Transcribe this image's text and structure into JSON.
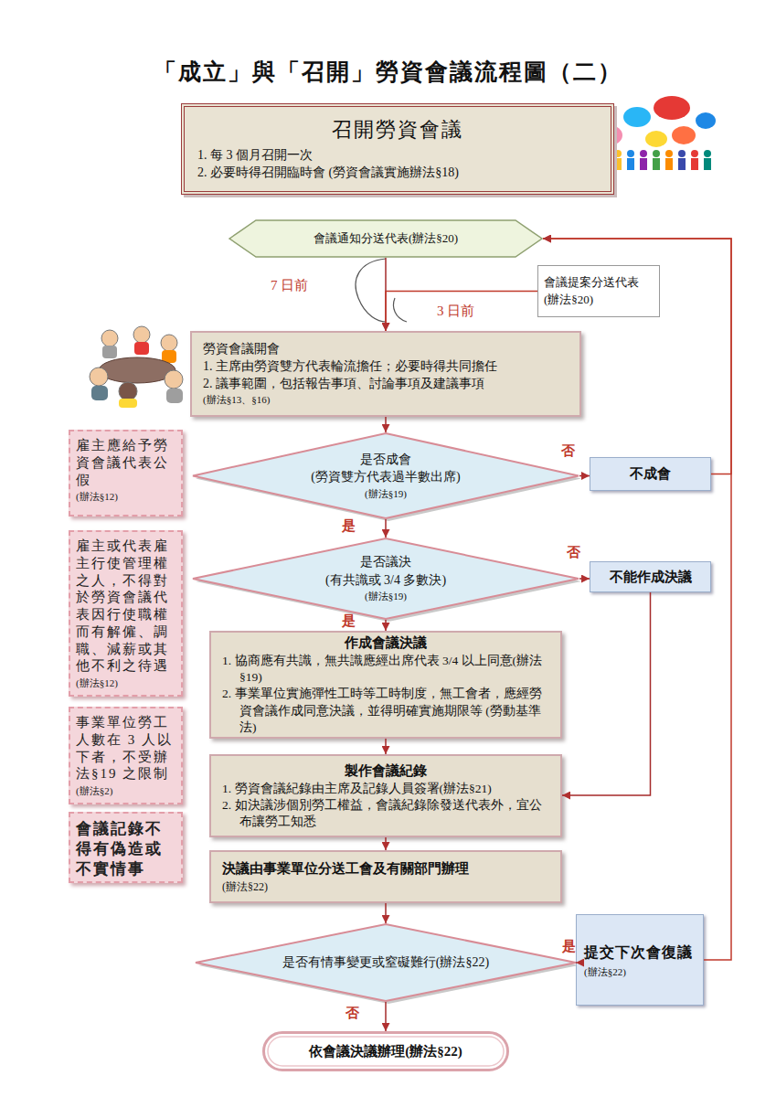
{
  "diagram": {
    "title": "「成立」與「召開」勞資會議流程圖（二）",
    "nodes": [
      {
        "text": [
          "召開勞資會議",
          "1. 每 3 個月召開一次",
          "2. 必要時得召開臨時會 (勞資會議實施辦法§18)"
        ]
      },
      {
        "text": [
          "會議通知分送代表(辦法§20)"
        ]
      },
      {
        "text": [
          "會議提案分送代表(辦法§20)"
        ]
      },
      {
        "text": [
          "勞資會議開會",
          "1. 主席由勞資雙方代表輪流擔任；必要時得共同擔任",
          "2. 議事範圍，包括報告事項、討論事項及建議事項",
          "(辦法§13、§16)"
        ]
      },
      {
        "text": [
          "雇主應給予勞資會議代表公假",
          "(辦法§12)"
        ]
      },
      {
        "text": [
          "是否成會",
          "(勞資雙方代表過半數出席)",
          "(辦法§19)"
        ]
      },
      {
        "text": [
          "不成會"
        ]
      },
      {
        "text": [
          "雇主或代表雇主行使管理權之人，不得對於勞資會議代表因行使職權而有解僱、調職、減薪或其他不利之待遇",
          "(辦法§12)"
        ]
      },
      {
        "text": [
          "是否議決",
          "(有共識或 3/4 多數決)",
          "(辦法§19)"
        ]
      },
      {
        "text": [
          "不能作成決議"
        ]
      },
      {
        "text": [
          "作成會議決議",
          "1. 協商應有共識，無共識應經出席代表 3/4 以上同意(辦法§19)",
          "2. 事業單位實施彈性工時等工時制度，無工會者，應經勞資會議作成同意決議，並得明確實施期限等 (勞動基準法)"
        ]
      },
      {
        "text": [
          "事業單位勞工人數在 3 人以下者，不受辦法§19 之限制",
          "(辦法§2)"
        ]
      },
      {
        "text": [
          "製作會議紀錄",
          "1. 勞資會議紀錄由主席及記錄人員簽署(辦法§21)",
          "2. 如決議涉個別勞工權益，會議紀錄除發送代表外，宜公布讓勞工知悉"
        ]
      },
      {
        "text": [
          "會議記錄不得有偽造或不實情事"
        ]
      },
      {
        "text": [
          "決議由事業單位分送工會及有關部門辦理",
          "(辦法§22)"
        ]
      },
      {
        "text": [
          "是否有情事變更或窒礙難行(辦法§22)"
        ]
      },
      {
        "text": [
          "提交下次會復議",
          "(辦法§22)"
        ]
      },
      {
        "text": [
          "依會議決議辦理(辦法§22)"
        ]
      }
    ],
    "edges": [
      {
        "from": 1,
        "to": 3,
        "arrow": "to",
        "label": "7 日前"
      },
      {
        "from": 2,
        "to": 3,
        "arrow": "to",
        "label": "3 日前"
      },
      {
        "from": 3,
        "to": 5,
        "arrow": "to"
      },
      {
        "from": 5,
        "to": 6,
        "arrow": "to",
        "label": "否"
      },
      {
        "from": 6,
        "to": 1,
        "arrow": "to"
      },
      {
        "from": 5,
        "to": 8,
        "arrow": "to",
        "label": "是"
      },
      {
        "from": 8,
        "to": 9,
        "arrow": "to",
        "label": "否"
      },
      {
        "from": 8,
        "to": 10,
        "arrow": "to",
        "label": "是"
      },
      {
        "from": 9,
        "to": 12,
        "arrow": "to"
      },
      {
        "from": 10,
        "to": 12,
        "arrow": "to"
      },
      {
        "from": 12,
        "to": 14,
        "arrow": "to"
      },
      {
        "from": 14,
        "to": 15,
        "arrow": "to"
      },
      {
        "from": 15,
        "to": 16,
        "arrow": "to",
        "label": "是"
      },
      {
        "from": 16,
        "to": 1,
        "arrow": "to"
      },
      {
        "from": 15,
        "to": 17,
        "arrow": "to",
        "label": "否"
      }
    ]
  }
}
